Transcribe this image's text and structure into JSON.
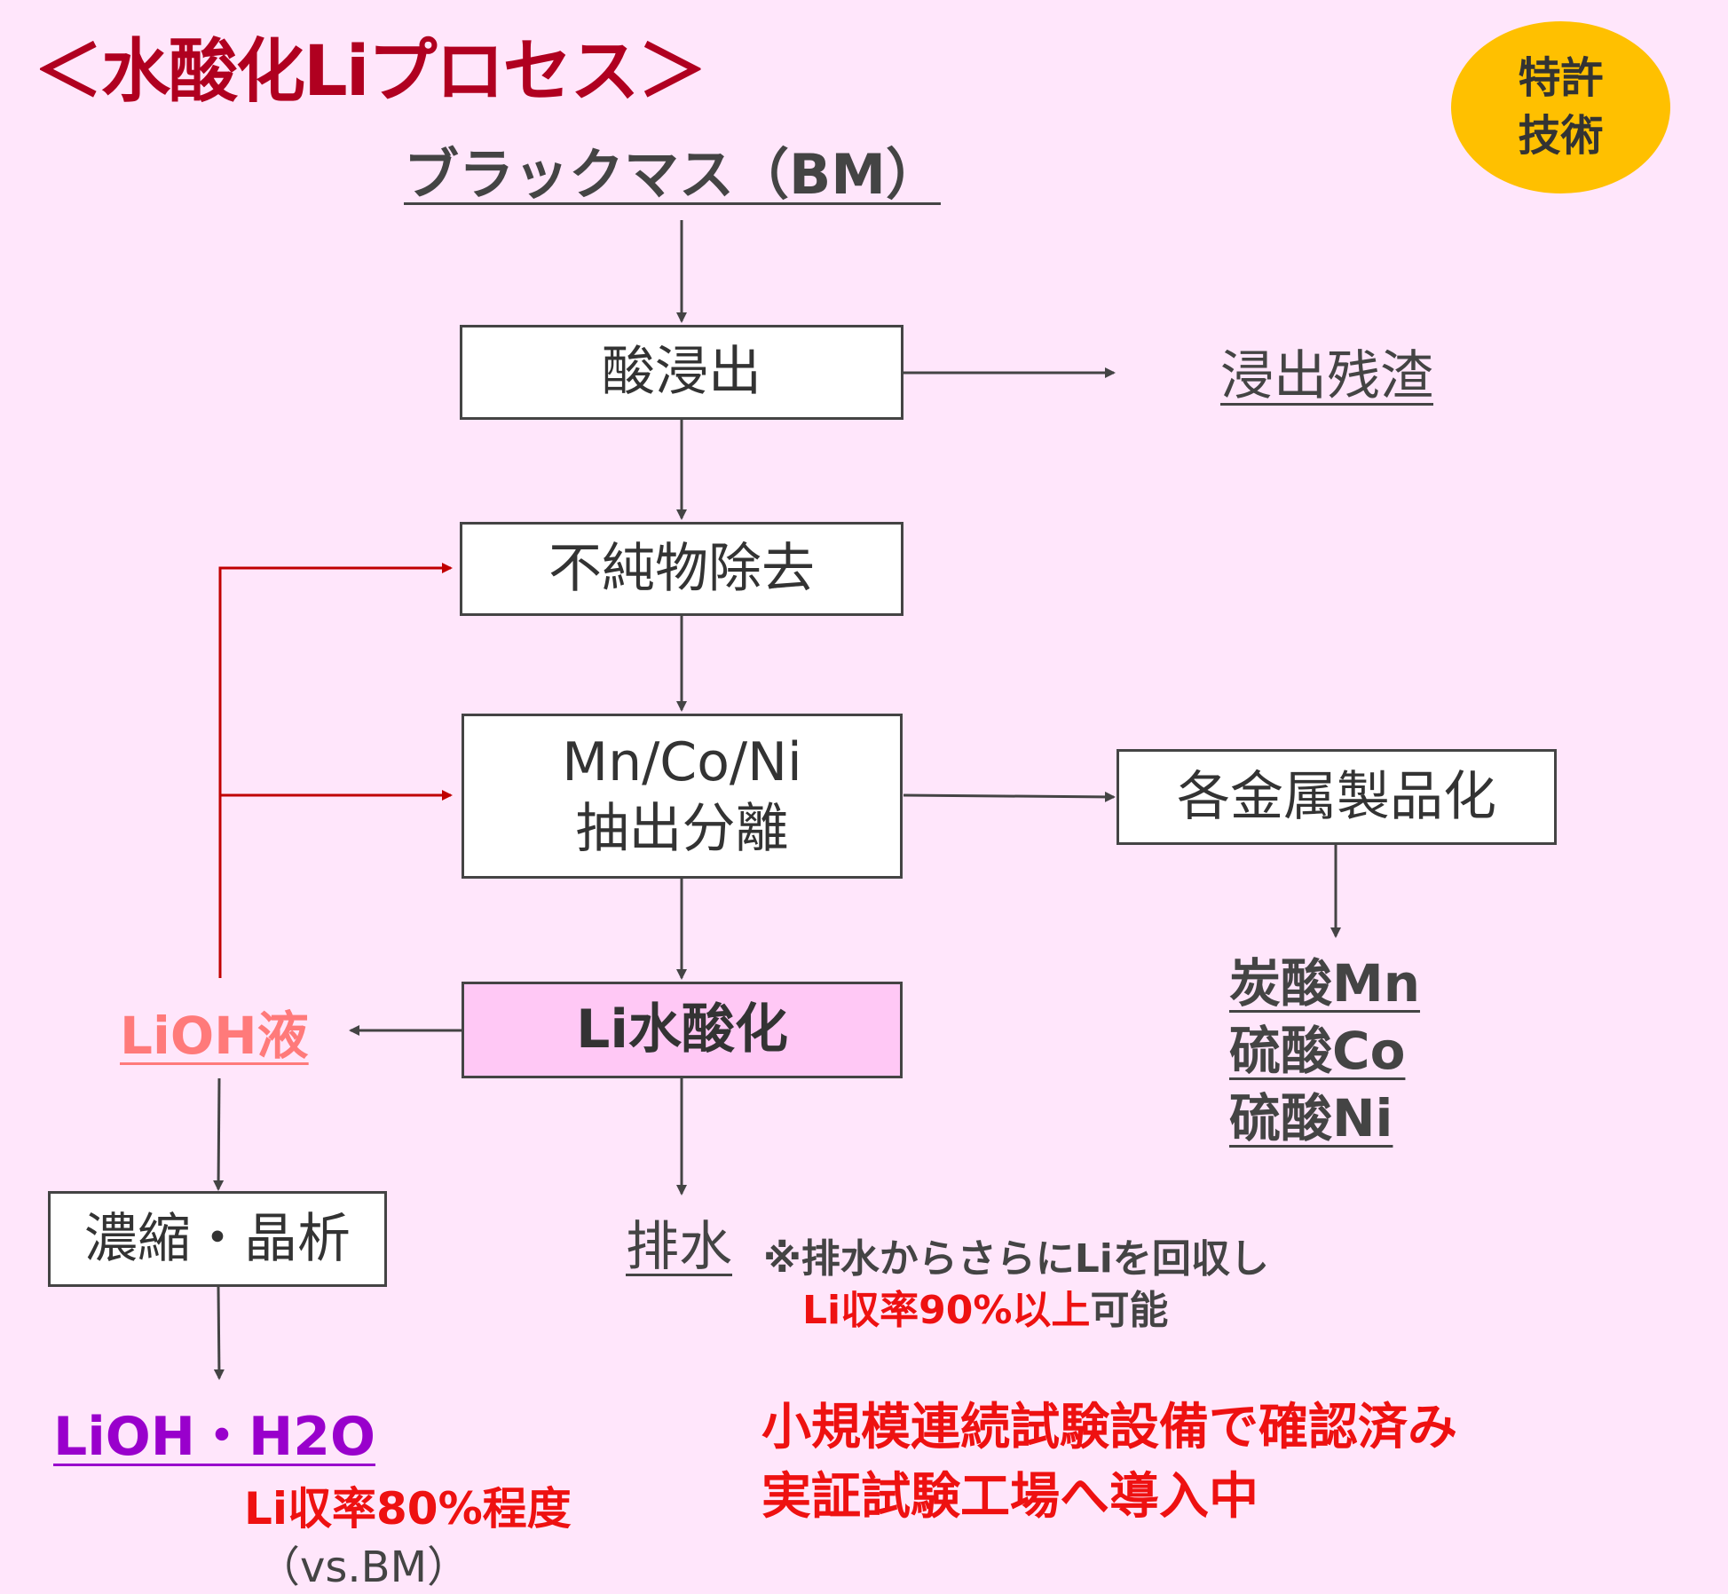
{
  "title": "＜水酸化Liプロセス＞",
  "badge": {
    "line1": "特許",
    "line2": "技術"
  },
  "input": "ブラックマス（BM）",
  "steps": {
    "acid_leach": "酸浸出",
    "impurity_removal": "不純物除去",
    "extraction_line1": "Mn/Co/Ni",
    "extraction_line2": "抽出分離",
    "li_hydroxide": "Li水酸化",
    "metal_products": "各金属製品化",
    "concentration": "濃縮・晶析"
  },
  "outputs": {
    "leach_residue": "浸出残渣",
    "products": [
      "炭酸Mn",
      "硫酸Co",
      "硫酸Ni"
    ],
    "lioh_solution": "LiOH液",
    "wastewater": "排水",
    "lioh_h2o": "LiOH・H2O"
  },
  "notes": {
    "wastewater_note_line1": "※排水からさらにLiを回収し",
    "wastewater_note_line2_red": "Li収率90%以上",
    "wastewater_note_line2_rest": "可能",
    "yield_line1": "Li収率80%程度",
    "yield_line2": "（vs.BM）",
    "confirm_line1": "小規模連続試験設備で確認済み",
    "confirm_line2": "実証試験工場へ導入中"
  },
  "colors": {
    "background": "#ffe6fb",
    "title": "#b00020",
    "badge": "#ffc000",
    "recycle_arrow": "#c00000",
    "lioh_liquid": "#ff7a7a",
    "lioh_h2o": "#9900cc",
    "emphasis": "#ee1111"
  }
}
